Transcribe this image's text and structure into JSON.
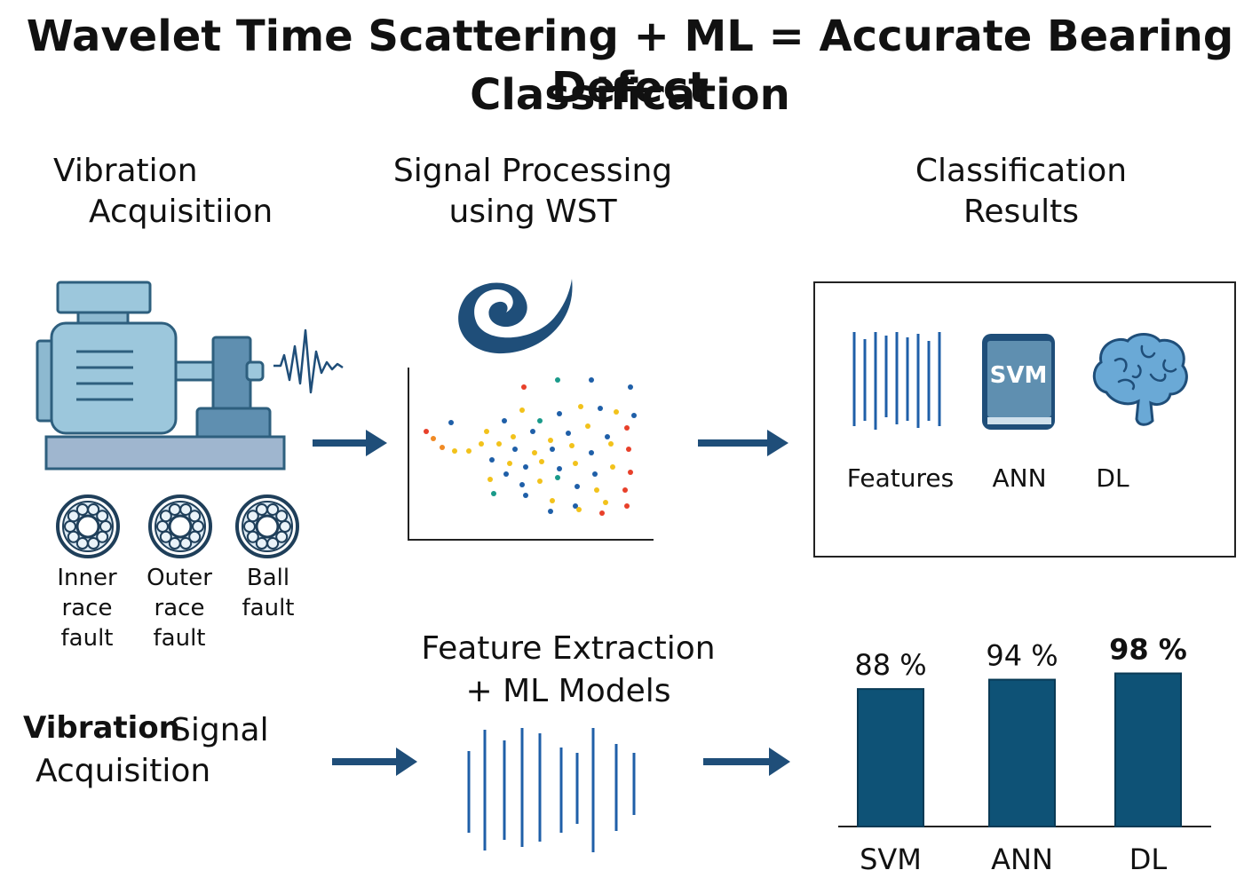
{
  "title": {
    "line1": "Wavelet Time Scattering + ML = Accurate Bearing Defect",
    "line2": "Classification"
  },
  "sections": {
    "acquisition": {
      "line1": "Vibration",
      "line2": "Acquisitiion"
    },
    "processing": {
      "line1": "Signal Processing",
      "line2": "using WST"
    },
    "results": {
      "line1": "Classification",
      "line2": "Results"
    },
    "extraction": {
      "line1": "Feature Extraction",
      "line2": "+ ML Models"
    },
    "signal": {
      "word1": "Vibration",
      "word2": "Signal",
      "line2": "Acquisition"
    }
  },
  "faults": [
    {
      "line1": "Inner",
      "line2": "race",
      "line3": "fault"
    },
    {
      "line1": "Outer",
      "line2": "race",
      "line3": "fault"
    },
    {
      "line1": "Ball",
      "line2": "fault"
    }
  ],
  "results_box": {
    "features_label": "Features",
    "svm_book_label": "SVM",
    "ann_label": "ANN",
    "dl_label": "DL"
  },
  "chart_data": {
    "type": "bar",
    "categories": [
      "SVM",
      "ANN",
      "DL"
    ],
    "values": [
      88,
      94,
      98
    ],
    "value_labels": [
      "88 %",
      "94 %",
      "98 %"
    ],
    "ylim": [
      0,
      100
    ],
    "colors": {
      "bar": "#0e5276"
    }
  },
  "colors": {
    "navy": "#1f4e79",
    "machine": "#9cc7dc",
    "machine_dark": "#2e5f7e",
    "accent": "#3a7ca5"
  },
  "icons": [
    "motor-icon",
    "vibration-wave-icon",
    "bearing-icon",
    "swirl-icon",
    "scatter-plot-icon",
    "feature-lines-icon",
    "book-icon",
    "brain-icon",
    "arrow-right-icon"
  ]
}
